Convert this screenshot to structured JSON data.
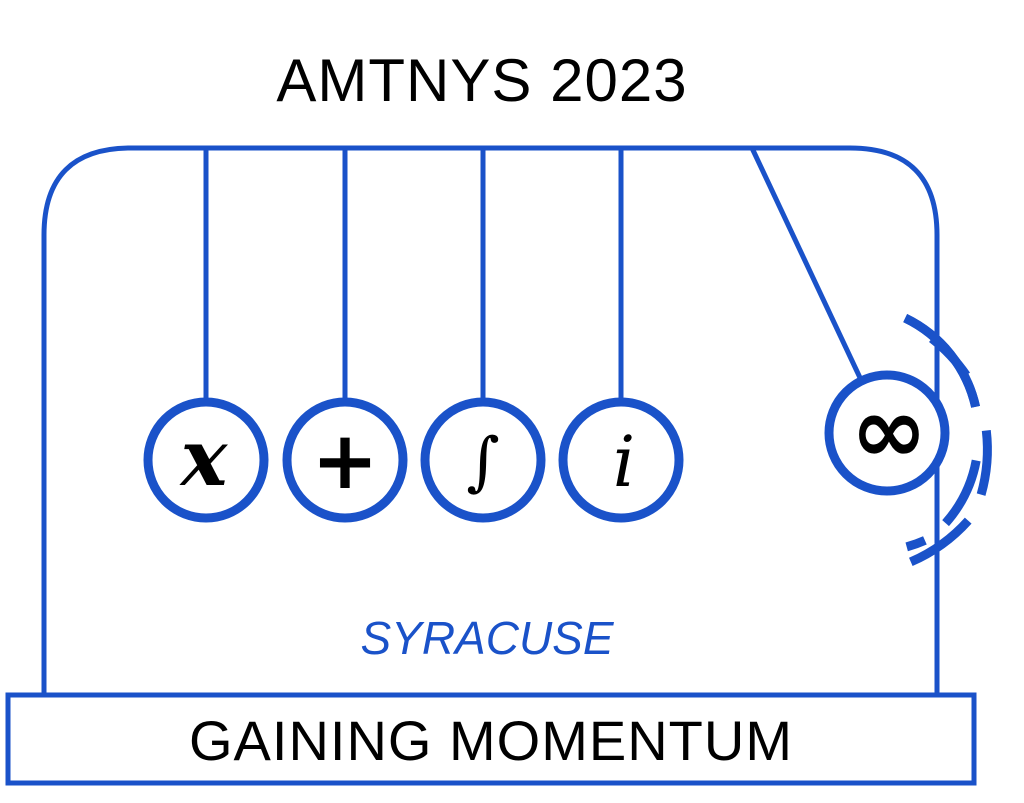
{
  "title": "AMTNYS 2023",
  "location": "SYRACUSE",
  "tagline": "GAINING MOMENTUM",
  "balls": [
    {
      "symbol": "x",
      "name": "x-symbol-icon"
    },
    {
      "symbol": "+",
      "name": "plus-symbol-icon"
    },
    {
      "symbol": "∫",
      "name": "integral-symbol-icon"
    },
    {
      "symbol": "i",
      "name": "imaginary-i-symbol-icon"
    }
  ],
  "swinging_ball": {
    "symbol": "∞",
    "name": "infinity-symbol-icon"
  },
  "colors": {
    "accent": "#1a52c9",
    "text": "#000000",
    "background": "#ffffff"
  }
}
